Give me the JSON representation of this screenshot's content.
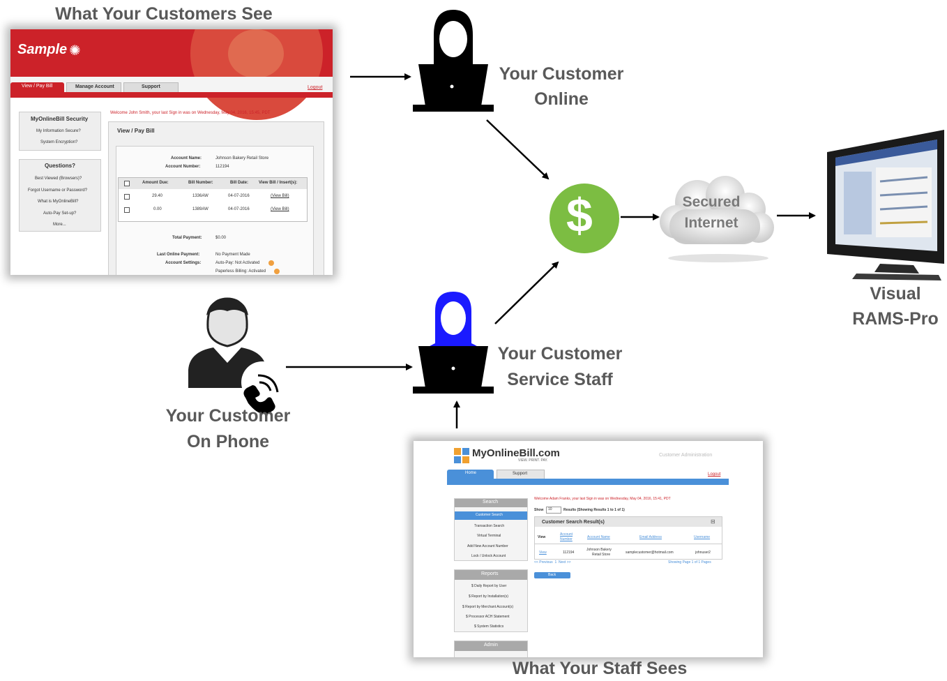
{
  "labels": {
    "customers_see": "What Your Customers See",
    "staff_sees": "What Your Staff Sees",
    "customer_online_1": "Your Customer",
    "customer_online_2": "Online",
    "staff_1": "Your Customer",
    "staff_2": "Service Staff",
    "phone_1": "Your Customer",
    "phone_2": "On Phone",
    "rams_1": "Visual",
    "rams_2": "RAMS-Pro",
    "cloud_1": "Secured",
    "cloud_2": "Internet"
  },
  "customer_portal": {
    "logo": "Sample",
    "tabs": [
      "View / Pay Bill",
      "Manage Account",
      "Support"
    ],
    "logout": "Logout",
    "security_title": "MyOnlineBill Security",
    "security_items": [
      "My Information Secure?",
      "System Encryption?"
    ],
    "questions_title": "Questions?",
    "question_items": [
      "Best Viewed (Browsers)?",
      "Forgot Username or Password?",
      "What is MyOnlineBill?",
      "Auto-Pay Set-up?",
      "More..."
    ],
    "welcome": "Welcome John Smith, your last Sign in was on Wednesday, May 04, 2016, 15:45, PDT",
    "panel_title": "View / Pay Bill",
    "account_name_label": "Account Name:",
    "account_name": "Johnson Bakery Retail Store",
    "account_number_label": "Account Number:",
    "account_number": "112194",
    "bill_headers": [
      "Amount Due:",
      "Bill Number:",
      "Bill Date:",
      "View Bill / Insert(s):"
    ],
    "bills": [
      {
        "amount": "29.40",
        "number": "1336AW",
        "date": "04-07-2016",
        "link": "(View Bill)"
      },
      {
        "amount": "0.00",
        "number": "1389AW",
        "date": "04-07-2016",
        "link": "(View Bill)"
      }
    ],
    "total_label": "Total Payment:",
    "total": "$0.00",
    "last_payment_label": "Last Online Payment:",
    "last_payment": "No Payment Made",
    "settings_label": "Account Settings:",
    "autopay": "Auto-Pay: Not Activated",
    "paperless": "Paperless Billing: Activated"
  },
  "staff_portal": {
    "logo": "MyOnlineBill.com",
    "tagline": "VIEW. PRINT. PAY.",
    "admin_title": "Customer Administration",
    "tabs": [
      "Home",
      "Support"
    ],
    "logout": "Logout",
    "search_title": "Search",
    "search_items": [
      "Customer Search",
      "Transaction Search",
      "Virtual Terminal",
      "Add New Account Number",
      "Lock / Unlock Account"
    ],
    "reports_title": "Reports",
    "report_items": [
      "$ Daily Report by User",
      "$ Report by Installation(s)",
      "$ Report by Merchant Account(s)",
      "$ Processor ACH Statement",
      "$ System Statistics"
    ],
    "admin_section": "Admin",
    "welcome": "Welcome Adam Franks, your last Sign in was on Wednesday, May 04, 2016, 15:41, PDT",
    "show_label": "Show",
    "show_value": "10",
    "results_text": "Results (Showing Results 1 to 1 of 1)",
    "results_title": "Customer Search Result(s)",
    "col_view": "View",
    "col_account_1": "Account",
    "col_account_2": "Number",
    "col_name": "Account Name",
    "col_email": "Email Address",
    "col_user": "Username",
    "row_view": "View",
    "row_number": "112194",
    "row_name_1": "Johnson Bakery",
    "row_name_2": "Retail Store",
    "row_email": "samplecustomer@hotmail.com",
    "row_user": "johnuser2",
    "pager": "<< Previous  1  Next >>",
    "page_info": "Showing Page 1 of 1 Pages",
    "back": "Back"
  },
  "colors": {
    "label_gray": "#595959",
    "dollar_green": "#7cbd42",
    "staff_blue": "#1a1aff",
    "portal_red": "#cc2229",
    "portal_blue": "#4a90d9"
  },
  "icons": [
    "customer-laptop-icon",
    "staff-laptop-icon",
    "phone-person-icon",
    "dollar-icon",
    "cloud-icon",
    "monitor-icon"
  ]
}
